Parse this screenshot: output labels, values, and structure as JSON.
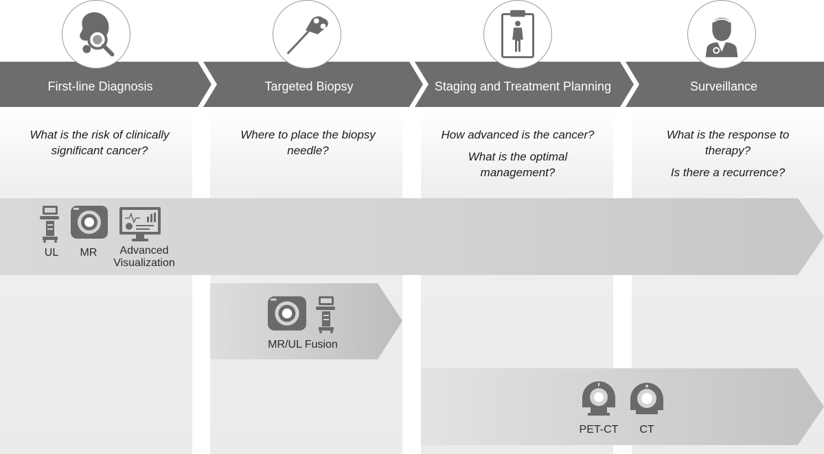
{
  "steps": [
    {
      "label": "First-line Diagnosis",
      "icon": "magnifier-organ-icon"
    },
    {
      "label": "Targeted Biopsy",
      "icon": "biopsy-needle-icon"
    },
    {
      "label": "Staging and Treatment Planning",
      "icon": "clipboard-body-icon"
    },
    {
      "label": "Surveillance",
      "icon": "doctor-icon"
    }
  ],
  "questions": [
    {
      "q1": "What is the risk of clinically significant cancer?"
    },
    {
      "q1": "Where to place the biopsy needle?"
    },
    {
      "q1": "How advanced is the cancer?",
      "q2": "What is the optimal management?"
    },
    {
      "q1": "What is the response to therapy?",
      "q2": "Is there a recurrence?"
    }
  ],
  "bands": [
    {
      "name": "first-line-modalities",
      "modalities": [
        {
          "label": "UL",
          "icon": "ultrasound-icon"
        },
        {
          "label": "MR",
          "icon": "mr-scanner-icon"
        },
        {
          "label": "Advanced Visualization",
          "icon": "monitor-visualization-icon"
        }
      ]
    },
    {
      "name": "biopsy-modalities",
      "modalities": [
        {
          "label": "MR/UL Fusion",
          "icon": "mr-ultrasound-fusion-icon"
        }
      ]
    },
    {
      "name": "staging-modalities",
      "modalities": [
        {
          "label": "PET-CT",
          "icon": "pet-ct-scanner-icon"
        },
        {
          "label": "CT",
          "icon": "ct-scanner-icon"
        }
      ]
    }
  ],
  "colors": {
    "arrow_band": "#6d6d6d",
    "band_light": "#d0d0d0",
    "band_mid": "#c4c4c4",
    "icon_gray": "#6a6a6a",
    "text": "#1a1a1a"
  }
}
